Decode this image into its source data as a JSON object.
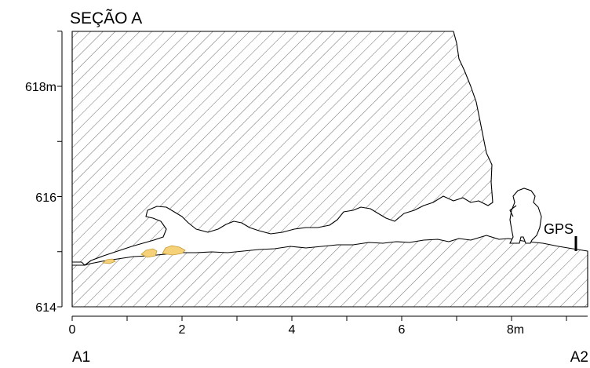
{
  "title": "SEÇÃO A",
  "y_axis": {
    "labeled_ticks": [
      "618m",
      "616",
      "614"
    ],
    "tick_values": [
      614,
      615,
      616,
      617,
      618,
      619
    ]
  },
  "x_axis": {
    "labeled_ticks": [
      "0",
      "2",
      "4",
      "6",
      "8m"
    ],
    "tick_values": [
      0,
      1,
      2,
      3,
      4,
      5,
      6,
      7,
      8,
      9
    ]
  },
  "section_ends": {
    "start": "A1",
    "end": "A2"
  },
  "gps_marker": {
    "label": "GPS"
  },
  "colors": {
    "rock_hatch": "#6f6f6f",
    "outline": "#000000",
    "deposit_fill": "#f5d27a",
    "deposit_stroke": "#c79a35",
    "background": "#ffffff"
  },
  "legend_symbols": {
    "rock": "diagonal-hatch",
    "deposit": "yellow-fill",
    "scale_figure": "person-silhouette"
  }
}
